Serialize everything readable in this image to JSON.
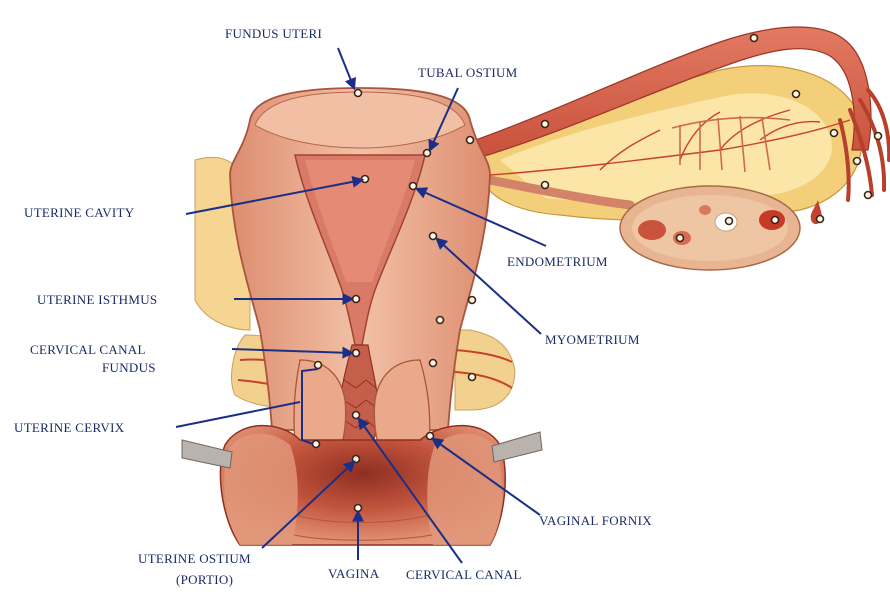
{
  "labels": {
    "fundus_uteri": "FUNDUS UTERI",
    "tubal_ostium": "TUBAL OSTIUM",
    "uterine_cavity": "UTERINE CAVITY",
    "endometrium": "ENDOMETRIUM",
    "uterine_isthmus": "UTERINE ISTHMUS",
    "myometrium": "MYOMETRIUM",
    "cervical_canal_fundus_1": "CERVICAL CANAL",
    "cervical_canal_fundus_2": "FUNDUS",
    "uterine_cervix": "UTERINE CERVIX",
    "vaginal_fornix": "VAGINAL FORNIX",
    "uterine_ostium_1": "UTERINE OSTIUM",
    "uterine_ostium_2": "(PORTIO)",
    "vagina": "VAGINA",
    "cervical_canal": "CERVICAL CANAL"
  },
  "colors": {
    "tissue": "#e9a183",
    "tissue_light": "#f3c5ad",
    "tissue_dark": "#c5624a",
    "cavity": "#d97a66",
    "fat": "#f4d48a",
    "fat_light": "#fbe9b6",
    "vessel": "#c7402f",
    "ovary": "#e8b592",
    "arrow": "#1c2f86",
    "label": "#1a2a66"
  }
}
